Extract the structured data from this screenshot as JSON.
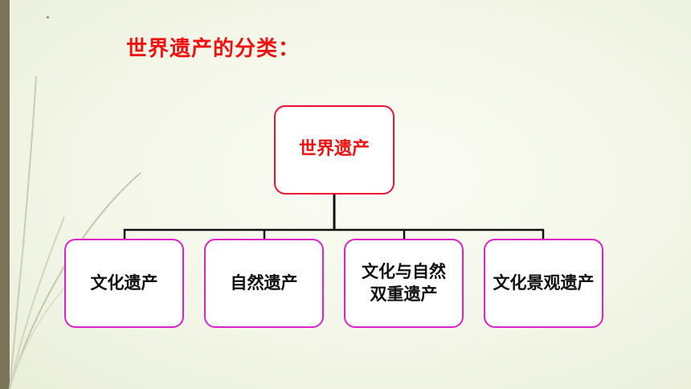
{
  "title": "世界遗产的分类：",
  "root": {
    "label": "世界遗产"
  },
  "children": [
    {
      "line1": "文化遗产",
      "line2": ""
    },
    {
      "line1": "自然遗产",
      "line2": ""
    },
    {
      "line1": "文化与自然",
      "line2": "双重遗产"
    },
    {
      "line1": "文化景观遗产",
      "line2": ""
    }
  ],
  "colors": {
    "title": "#ee1111",
    "root_border": "#ee1133",
    "child_border": "#dd22cc",
    "connector": "#111111",
    "left_bar": "#7a7459"
  }
}
